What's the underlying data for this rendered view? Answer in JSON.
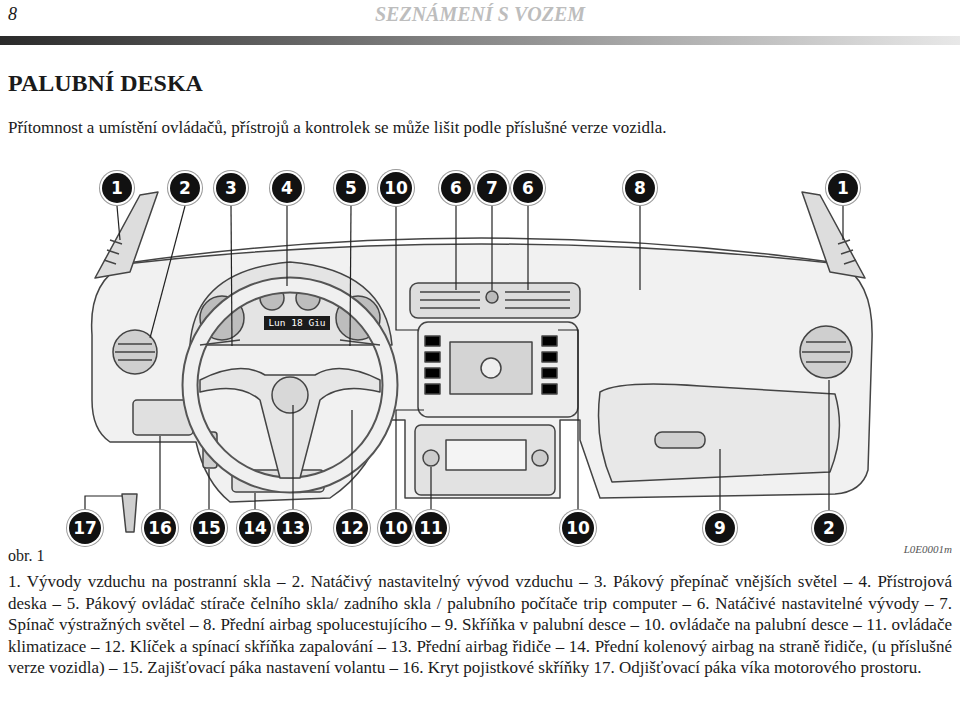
{
  "diagram": {
    "title": "PALUBNÍ DESKA",
    "caption": "1. Vývody vzduchu na postranní skla – 2. Natáčivý nastavitelný vývod vzduchu – 3. Pákový přepínač vnějších světel – 4. Přístrojová deska – 5. Pákový ovládač stírače čelního skla/ zadního skla / palubního počítače trip computer – 6. Natáčivé nastavitelné vývody – 7. Spínač výstražných světel – 8. Přední airbag spolucestujícího – 9. Skříňka v palubní desce – 10. ovládače na palubní desce – 11. ovládače klimatizace – 12. Klíček a spínací skříňka zapalování – 13. Přední airbag řidiče – 14. Přední kolenový airbag na straně řidiče, (u příslušné verze vozidla) – 15. Zajišťovací páka nastavení volantu – 16. Kryt pojistkové skříňky 17. Odjišťovací páka víka motorového prostoru.",
    "nodes": [
      {
        "text": [
          "1"
        ]
      },
      {
        "text": [
          "2"
        ]
      },
      {
        "text": [
          "3"
        ]
      },
      {
        "text": [
          "4"
        ]
      },
      {
        "text": [
          "5"
        ]
      },
      {
        "text": [
          "10"
        ]
      },
      {
        "text": [
          "6"
        ]
      },
      {
        "text": [
          "7"
        ]
      },
      {
        "text": [
          "6"
        ]
      },
      {
        "text": [
          "8"
        ]
      },
      {
        "text": [
          "1"
        ]
      },
      {
        "text": [
          "17"
        ]
      },
      {
        "text": [
          "16"
        ]
      },
      {
        "text": [
          "15"
        ]
      },
      {
        "text": [
          "14"
        ]
      },
      {
        "text": [
          "13"
        ]
      },
      {
        "text": [
          "12"
        ]
      },
      {
        "text": [
          "10"
        ]
      },
      {
        "text": [
          "11"
        ]
      },
      {
        "text": [
          "10"
        ]
      },
      {
        "text": [
          "9"
        ]
      },
      {
        "text": [
          "2"
        ]
      }
    ],
    "labels": [
      "8",
      "SEZNÁMENÍ S VOZEM",
      "Přítomnost a umístění ovládačů, přístrojů a kontrolek se může lišit podle příslušné verze vozidla.",
      "Lun 18 Giu",
      "obr. 1",
      "L0E0001m"
    ]
  }
}
